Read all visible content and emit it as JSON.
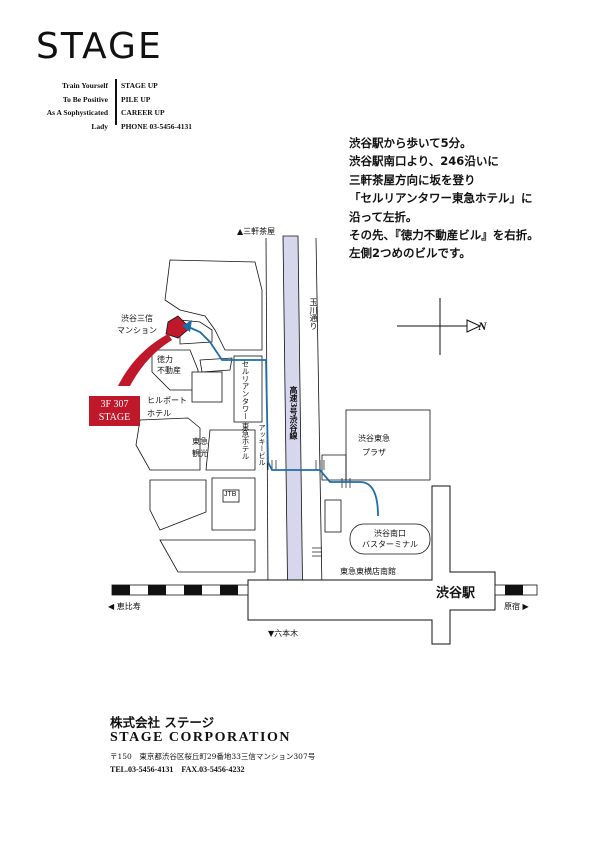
{
  "logo": "STAGE",
  "taglines": {
    "left": [
      "Train Yourself",
      "To Be Positive",
      "As A Sophysticated",
      "Lady"
    ],
    "right": [
      "STAGE UP",
      "PILE UP",
      "CAREER UP",
      "PHONE 03-5456-4131"
    ]
  },
  "directions": [
    "渋谷駅から歩いて5分。",
    "渋谷駅南口より、246沿いに",
    "三軒茶屋方向に坂を登り",
    "「セルリアンタワー東急ホテル」に",
    "沿って左折。",
    "その先、『徳力不動産ビル』を右折。",
    "左側2つめのビルです。"
  ],
  "map": {
    "north_label": "N",
    "labels": {
      "sangenjaya": "▲三軒茶屋",
      "roppongi": "▼六本木",
      "ebisu": "◀ 恵比寿",
      "harajuku": "原宿 ▶",
      "mansion": [
        "渋谷三信",
        "マンション"
      ],
      "tokuriki": [
        "徳力",
        "不動産"
      ],
      "cerulean": [
        "セルリアンタワー",
        "東急ホテル"
      ],
      "hillport": "ヒルポート",
      "hotel": "ホテル",
      "tokyu_kanko": [
        "東急",
        "観光"
      ],
      "jtb": "JTB",
      "tamagawa": "玉川通り",
      "expressway": "高速3号渋谷線",
      "tokyu_plaza": [
        "渋谷東急",
        "プラザ"
      ],
      "bus_terminal": [
        "渋谷南口",
        "バスターミナル"
      ],
      "tokyu_toyoko": "東急東横店南館",
      "shibuya_station": "渋谷駅",
      "acky": "アッキービル"
    },
    "callout": [
      "3F 307",
      "STAGE"
    ],
    "colors": {
      "route": "#1d6ea6",
      "callout": "#c0182b",
      "expressway": "#d6d6ec"
    }
  },
  "footer": {
    "company_jp": "株式会社 ステージ",
    "company_en": "STAGE CORPORATION",
    "address": "〒150　東京都渋谷区桜丘町29番地33三信マンション307号",
    "tel_fax": "TEL.03-5456-4131　FAX.03-5456-4232"
  }
}
